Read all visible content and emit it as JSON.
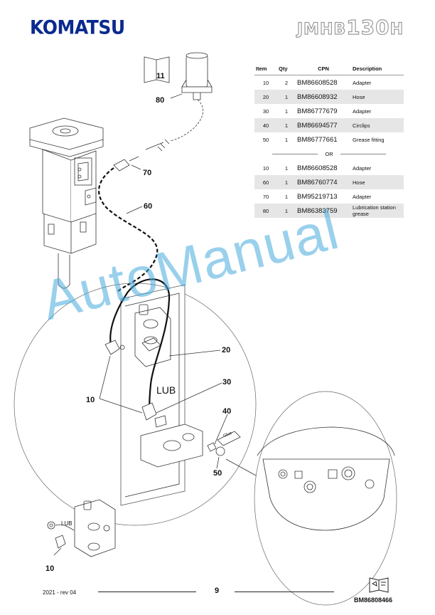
{
  "header": {
    "brand": "KOMATSU",
    "model_prefix": "JMHB",
    "model_number": "130",
    "model_suffix": "H"
  },
  "table": {
    "headers": {
      "item": "Item",
      "qty": "Qty",
      "cpn": "CPN",
      "description": "Description"
    },
    "group_a": [
      {
        "item": "10",
        "qty": "2",
        "cpn": "BM86608528",
        "description": "Adapter",
        "shaded": false
      },
      {
        "item": "20",
        "qty": "1",
        "cpn": "BM86608932",
        "description": "Hose",
        "shaded": true
      },
      {
        "item": "30",
        "qty": "1",
        "cpn": "BM86777679",
        "description": "Adapter",
        "shaded": false
      },
      {
        "item": "40",
        "qty": "1",
        "cpn": "BM86694577",
        "description": "Circlips",
        "shaded": true
      },
      {
        "item": "50",
        "qty": "1",
        "cpn": "BM86777661",
        "description": "Grease fitting",
        "shaded": false
      }
    ],
    "or_label": "OR",
    "group_b": [
      {
        "item": "10",
        "qty": "1",
        "cpn": "BM86608528",
        "description": "Adapter",
        "shaded": false
      },
      {
        "item": "60",
        "qty": "1",
        "cpn": "BM86760774",
        "description": "Hose",
        "shaded": true
      },
      {
        "item": "70",
        "qty": "1",
        "cpn": "BM95219713",
        "description": "Adapter",
        "shaded": false
      },
      {
        "item": "80",
        "qty": "1",
        "cpn": "BM86383759",
        "description": "Lubrication station grease",
        "shaded": true
      }
    ]
  },
  "callouts": {
    "c11": "11",
    "c80": "80",
    "c70": "70",
    "c60": "60",
    "c20": "20",
    "c30": "30",
    "c40": "40",
    "c50": "50",
    "c10_main": "10",
    "c10_small": "10"
  },
  "labels": {
    "lub_main": "LUB",
    "lub_small": "LUB",
    "glue_tag": "Glue"
  },
  "watermark": "AutoManual",
  "footer": {
    "date_rev": "2021 -  rev 04",
    "page": "9",
    "doc_code": "BM86808466"
  },
  "colors": {
    "brand": "#0a2a8f",
    "watermark": "#46aadc",
    "row_shade": "#e6e6e6"
  }
}
